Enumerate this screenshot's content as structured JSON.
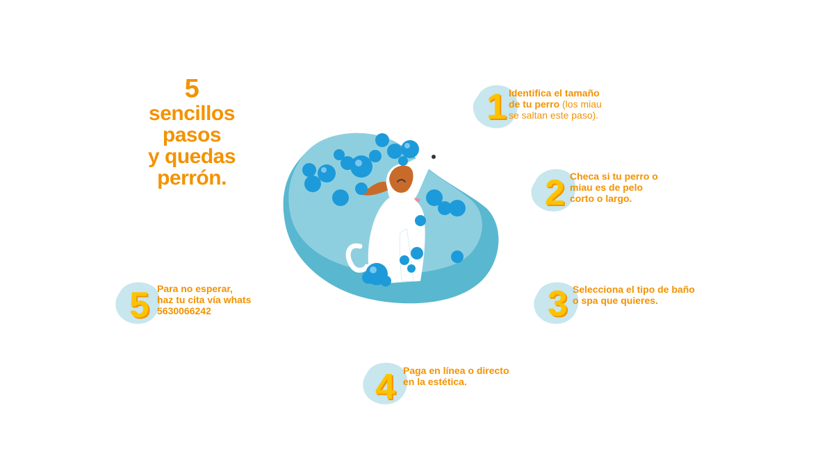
{
  "headline": {
    "number": "5",
    "line1": "sencillos",
    "line2": "pasos",
    "line3": "y quedas",
    "line4": "perrón."
  },
  "steps": [
    {
      "number": "1",
      "line1": "Identifica el tamaño",
      "line2_bold": "de tu perro",
      "line2_regular": " (los miau",
      "line3": "se saltan este paso)."
    },
    {
      "number": "2",
      "line1": "Checa si tu perro o",
      "line2": "miau es de pelo",
      "line3": "corto o largo."
    },
    {
      "number": "3",
      "line1": "Selecciona el tipo de baño",
      "line2": "o spa que quieres."
    },
    {
      "number": "4",
      "line1": "Paga en línea o  directo",
      "line2": "en la estética."
    },
    {
      "number": "5",
      "line1": "Para no esperar,",
      "line2": "haz tu cita vía whats",
      "line3": "5630066242"
    }
  ],
  "colors": {
    "accent_orange": "#f39200",
    "number_yellow": "#fcc300",
    "blob_light": "#8ecfdf",
    "blob_dark": "#59b7cf",
    "bubble_blue": "#1d9ad9",
    "badge_blue": "#c7e6ee"
  }
}
